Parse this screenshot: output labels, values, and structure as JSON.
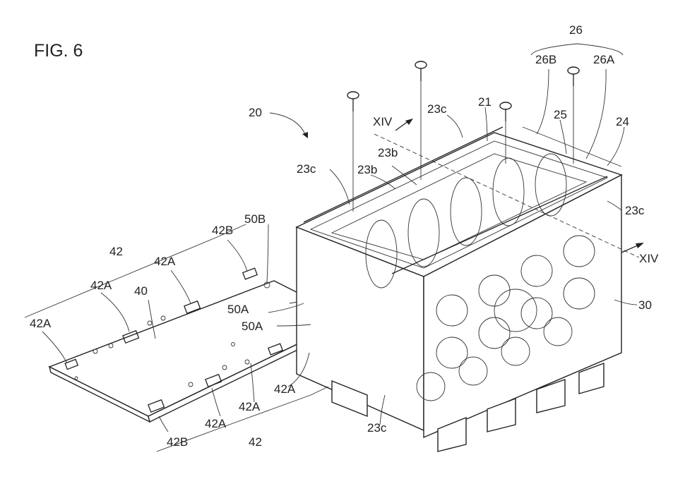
{
  "figure_title": "FIG. 6",
  "labels": {
    "l26": "26",
    "l26B": "26B",
    "l26A": "26A",
    "l20": "20",
    "l21": "21",
    "l23c_top": "23c",
    "l25": "25",
    "l24": "24",
    "l14_top": "XIV",
    "l23b_a": "23b",
    "l23b_b": "23b",
    "l23c_left": "23c",
    "l23c_right": "23c",
    "l14_right": "XIV",
    "l30": "30",
    "l42_top": "42",
    "l42B_top": "42B",
    "l50B": "50B",
    "l42A_1": "42A",
    "l42A_2": "42A",
    "l40": "40",
    "l50A_1": "50A",
    "l50A_2": "50A",
    "l42A_3": "42A",
    "l42A_4": "42A",
    "l42A_5": "42A",
    "l42A_6": "42A",
    "l23c_bottom": "23c",
    "l42B_bottom": "42B",
    "l42_bottom": "42"
  }
}
